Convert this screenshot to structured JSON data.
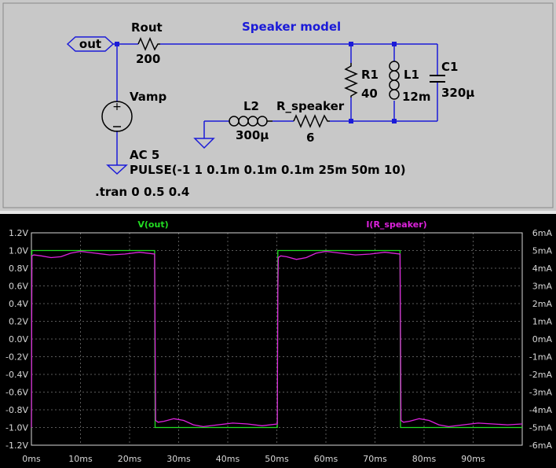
{
  "schematic": {
    "title": "Speaker model",
    "port_label": "out",
    "components": {
      "rout": {
        "name": "Rout",
        "value": "200"
      },
      "vamp": {
        "name": "Vamp"
      },
      "r1": {
        "name": "R1",
        "value": "40"
      },
      "l1": {
        "name": "L1",
        "value": "12m"
      },
      "c1": {
        "name": "C1",
        "value": "320µ"
      },
      "l2": {
        "name": "L2",
        "value": "300µ"
      },
      "r_speaker": {
        "name": "R_speaker",
        "value": "6"
      }
    },
    "source_ac": "AC 5",
    "source_pulse": "PULSE(-1 1 0.1m 0.1m 0.1m 25m 50m 10)",
    "directive": ".tran 0 0.5 0.4"
  },
  "colors": {
    "background_plot": "#000000",
    "grid": "#5a5a5a",
    "v_out": "#22dd22",
    "i_speaker": "#dd22dd",
    "wire": "#1b1bd8"
  },
  "chart_data": {
    "type": "line",
    "x_unit": "ms",
    "xlim": [
      0,
      100
    ],
    "x_ticks": [
      "0ms",
      "10ms",
      "20ms",
      "30ms",
      "40ms",
      "50ms",
      "60ms",
      "70ms",
      "80ms",
      "90ms"
    ],
    "y_left_lim": [
      -1.2,
      1.2
    ],
    "y_left_ticks": [
      "1.2V",
      "1.0V",
      "0.8V",
      "0.6V",
      "0.4V",
      "0.2V",
      "0.0V",
      "-0.2V",
      "-0.4V",
      "-0.6V",
      "-0.8V",
      "-1.0V",
      "-1.2V"
    ],
    "y_right_lim": [
      -6,
      6
    ],
    "y_right_ticks": [
      "6mA",
      "5mA",
      "4mA",
      "3mA",
      "2mA",
      "1mA",
      "0mA",
      "-1mA",
      "-2mA",
      "-3mA",
      "-4mA",
      "-5mA",
      "-6mA"
    ],
    "grid": true,
    "series": [
      {
        "name": "V(out)",
        "axis": "left",
        "x": [
          0,
          0.1,
          25.1,
          25.2,
          50.1,
          50.2,
          75.1,
          75.2,
          100
        ],
        "y": [
          -1.0,
          1.0,
          1.0,
          -1.0,
          -1.0,
          1.0,
          1.0,
          -1.0,
          -1.0
        ]
      },
      {
        "name": "I(R_speaker)",
        "axis": "right",
        "x": [
          0,
          0.1,
          0.5,
          2,
          4,
          6,
          8,
          10,
          13,
          16,
          19,
          22,
          25.1,
          25.3,
          25.8,
          27,
          29,
          31,
          33,
          35,
          38,
          41,
          44,
          47,
          50.1,
          50.2,
          50.3,
          50.8,
          52,
          54,
          56,
          58,
          60,
          63,
          66,
          69,
          72,
          75.1,
          75.3,
          75.8,
          77,
          79,
          81,
          83,
          85,
          88,
          91,
          94,
          97,
          100
        ],
        "y": [
          -5.0,
          4.7,
          4.75,
          4.7,
          4.6,
          4.65,
          4.85,
          4.95,
          4.85,
          4.75,
          4.8,
          4.9,
          4.8,
          -4.6,
          -4.7,
          -4.65,
          -4.5,
          -4.6,
          -4.85,
          -4.95,
          -4.85,
          -4.75,
          -4.8,
          -4.9,
          -4.8,
          2.8,
          4.6,
          4.7,
          4.65,
          4.5,
          4.6,
          4.85,
          4.95,
          4.85,
          4.75,
          4.8,
          4.9,
          4.8,
          -4.6,
          -4.7,
          -4.65,
          -4.5,
          -4.6,
          -4.85,
          -4.95,
          -4.85,
          -4.75,
          -4.8,
          -4.85,
          -4.8
        ]
      }
    ]
  }
}
